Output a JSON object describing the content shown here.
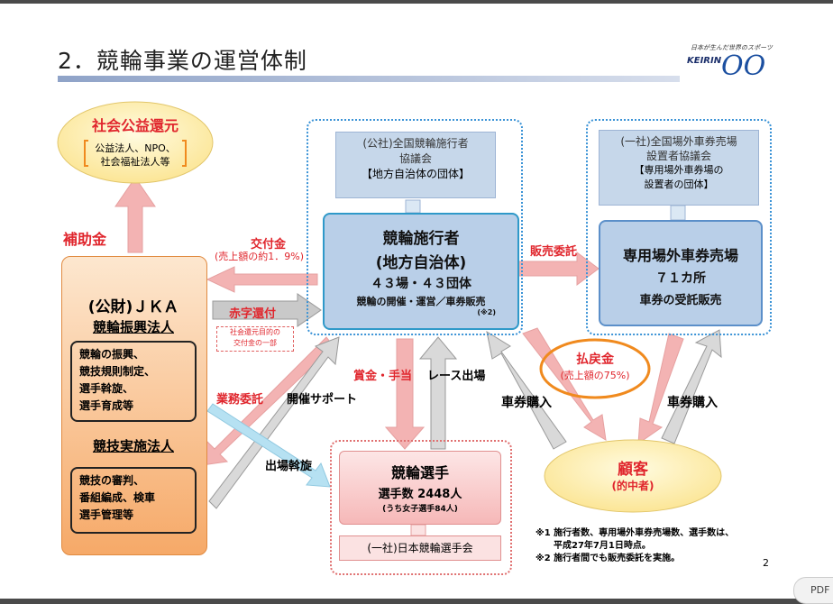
{
  "title": "2．競輪事業の運営体制",
  "logo": {
    "tagline": "日本が生んだ世界のスポーツ",
    "name": "KEIRIN",
    "mark": "OO"
  },
  "social": {
    "title": "社会公益還元",
    "line1": "公益法人、NPO、",
    "line2": "社会福祉法人等"
  },
  "subsidy_label": "補助金",
  "council": {
    "line1": "(公社)全国競輪施行者",
    "line2": "協議会",
    "line3": "【地方自治体の団体】"
  },
  "offsite_council": {
    "line1": "(一社)全国場外車券売場",
    "line2": "設置者協議会",
    "line3": "【専用場外車券場の",
    "line4": "設置者の団体】"
  },
  "organizer": {
    "line1": "競輪施行者",
    "line2": "(地方自治体)",
    "line3": "４３場・４３団体",
    "line4": "競輪の開催・運営／車券販売",
    "note": "(※2)"
  },
  "offsite": {
    "line1": "専用場外車券売場",
    "line2": "７１カ所",
    "line3": "車券の受託販売"
  },
  "jka": {
    "line1": "(公財)ＪＫＡ",
    "line2": "競輪振興法人",
    "items1": [
      "競輪の振興、",
      "競技規則制定、",
      "選手斡旋、",
      "選手育成等"
    ],
    "line3": "競技実施法人",
    "items2": [
      "競技の審判、",
      "番組編成、検車",
      "選手管理等"
    ]
  },
  "grant": {
    "label": "交付金",
    "sub": "(売上額の約1．9%)"
  },
  "deficit": {
    "label": "赤字還付",
    "sub1": "社会還元目的の",
    "sub2": "交付金の一部"
  },
  "sales_consign": "販売委託",
  "payout": {
    "label": "払戻金",
    "sub": "(売上額の75%)"
  },
  "business_consign": "業務委託",
  "support": "開催サポート",
  "prize": "賞金・手当",
  "race": "レース出場",
  "buy_left": "車券購入",
  "buy_right": "車券購入",
  "dispatch": "出場斡旋",
  "riders": {
    "line1": "競輪選手",
    "line2": "選手数 2448人",
    "line3": "(うち女子選手84人)",
    "assoc": "(一社)日本競輪選手会"
  },
  "customer": {
    "line1": "顧客",
    "line2": "(的中者)"
  },
  "notes": {
    "n1a": "※1 施行者数、専用場外車券売場数、選手数は、",
    "n1b": "平成27年7月1日時点。",
    "n2": "※2 施行者間でも販売委託を実施。"
  },
  "page_number": "2",
  "pdf_label": "PDF",
  "colors": {
    "arrow_pink": "#f3b3b3",
    "arrow_gray": "#c8c8c8",
    "arrow_blue": "#b6e1f2",
    "label_red": "#e0262d",
    "accent_blue": "#2f99c9",
    "highlight_orange": "#f08a1e"
  }
}
